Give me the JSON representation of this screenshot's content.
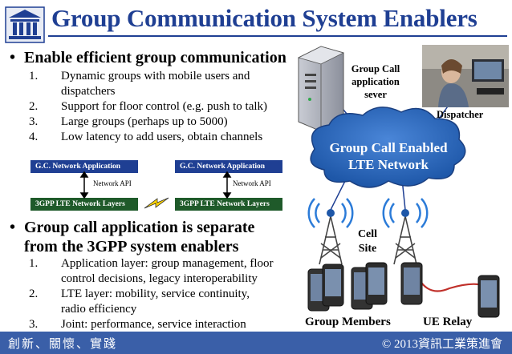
{
  "header": {
    "title": "Group Communication System Enablers",
    "logo_icon": "columned-building-icon"
  },
  "bullets": [
    {
      "text": "Enable efficient group communication",
      "items": [
        {
          "num": "1.",
          "lines": [
            "Dynamic groups with mobile users and",
            "dispatchers"
          ]
        },
        {
          "num": "2.",
          "lines": [
            "Support for floor control (e.g. push to talk)"
          ]
        },
        {
          "num": "3.",
          "lines": [
            "Large groups (perhaps up to 5000)"
          ]
        },
        {
          "num": "4.",
          "lines": [
            "Low latency to add users, obtain channels"
          ]
        }
      ]
    },
    {
      "lines": [
        "Group call application is separate",
        "from the 3GPP system enablers"
      ],
      "items": [
        {
          "num": "1.",
          "lines": [
            "Application layer: group management, floor",
            "control decisions, legacy interoperability"
          ]
        },
        {
          "num": "2.",
          "lines": [
            "LTE layer: mobility, service continuity,",
            "radio efficiency"
          ]
        },
        {
          "num": "3.",
          "lines": [
            "Joint: performance, service interaction"
          ]
        }
      ]
    }
  ],
  "stack_diagram": {
    "left": {
      "app": "G.C. Network Application",
      "api": "Network API",
      "lte": "3GPP LTE Network Layers"
    },
    "right": {
      "app": "G.C. Network Application",
      "api": "Network API",
      "lte": "3GPP LTE Network Layers"
    },
    "link_icon": "lightning-bolt-icon"
  },
  "network": {
    "server_label": [
      "Group Call",
      "application",
      "sever"
    ],
    "dispatcher_label": "Dispatcher",
    "cloud_label": [
      "Group Call Enabled",
      "LTE Network"
    ],
    "cell_label": [
      "Cell",
      "Site"
    ],
    "group_members_label": "Group Members",
    "ue_relay_label": "UE Relay"
  },
  "footer": {
    "left": "創新、關懷、實踐",
    "right": "© 2013資訊工業策進會"
  },
  "colors": {
    "title": "#1f3f93",
    "app_layer": "#1f3f93",
    "lte_layer": "#1f5a2a",
    "cloud": "#1e57a8",
    "footer": "#3a5fa8",
    "relay_link": "#c0302a"
  }
}
